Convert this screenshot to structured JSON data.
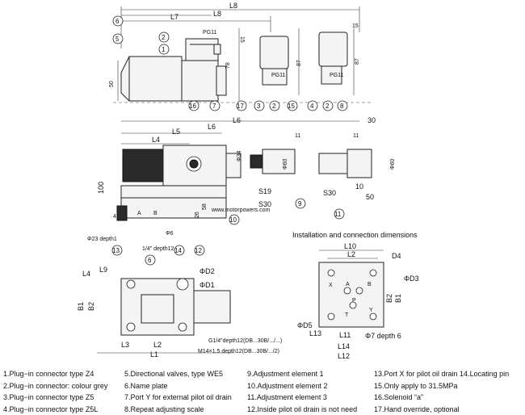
{
  "section_title": "Installation and connection dimensions",
  "watermark": "www.motorpowers.com",
  "dimension_labels": {
    "L8": "L8",
    "L7": "L7",
    "L6": "L6",
    "L5": "L5",
    "L4": "L4",
    "L3": "L3",
    "L2": "L2",
    "L1": "L1",
    "L9": "L9",
    "L10": "L10",
    "L11": "L11",
    "L12": "L12",
    "L13": "L13",
    "L14": "L14",
    "B1": "B1",
    "B2": "B2",
    "D1": "ΦD1",
    "D2": "ΦD2",
    "D3": "ΦD3",
    "D4": "D4",
    "D5": "ΦD5",
    "PG11": "PG11",
    "v15": "15",
    "v87a": "87",
    "v87b": "87",
    "v78": "78",
    "v50": "50",
    "v30": "30",
    "v11a": "11",
    "v11b": "11",
    "v10": "10",
    "v100": "100",
    "v58": "58",
    "v26": "26",
    "v4": "4",
    "phi34": "Φ34",
    "phi60a": "Φ60",
    "phi60b": "Φ60",
    "s19": "S19",
    "s30a": "S30",
    "s30b": "S30",
    "phi6": "Φ6",
    "phi23": "Φ23 depth1",
    "quarter": "1/4\" depth12",
    "phi7": "Φ7 depth 6",
    "thread1": "G1/4\"depth12(DB...30B/.../...)",
    "thread2": "M14×1.5 depth12(DB...30B/.../2)",
    "port_x": "X",
    "port_a": "A",
    "port_b": "B",
    "port_p": "P",
    "port_t": "T",
    "port_y": "Y"
  },
  "callouts": [
    "1",
    "2",
    "3",
    "4",
    "5",
    "6",
    "7",
    "8",
    "9",
    "10",
    "11",
    "12",
    "13",
    "14",
    "15",
    "16",
    "17"
  ],
  "legend": {
    "col1": [
      "1.Plug−in connector type Z4",
      "2.Plug−in connector: colour grey",
      "3.Plug−in connector  type Z5",
      "4.Plug−in connector   type Z5L"
    ],
    "col2": [
      "5.Directional valves, type WE5",
      "6.Name plate",
      "7.Port Y for external pilot oil drain",
      "8.Repeat adjusting scale"
    ],
    "col3": [
      "9.Adjustment element 1",
      "10.Adjustment element 2",
      "11.Adjustment element 3",
      "12.Inside pilot oil drain is not need"
    ],
    "col4": [
      "13.Port X for pilot oil drain  14.Locating pin",
      "15.Only apply to 31.5MPa",
      "16.Solenoid  “a”",
      "17.Hand override, optional"
    ]
  }
}
